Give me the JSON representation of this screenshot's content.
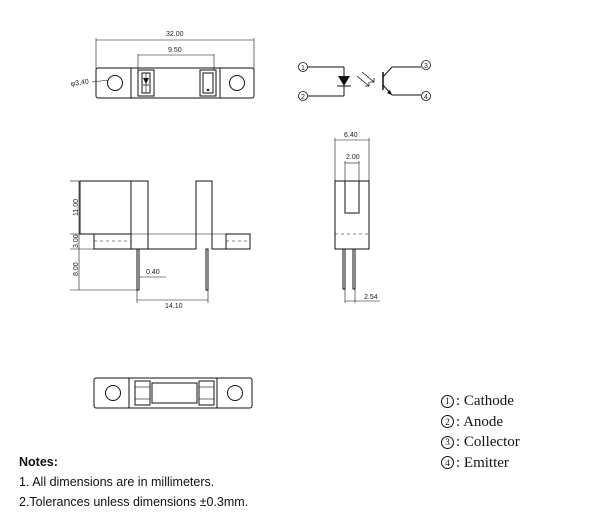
{
  "dimensions": {
    "overall_length": "32.00",
    "slot_spacing": "9.50",
    "mount_hole_dia": "φ3.40",
    "top_height": "11.00",
    "body_height": "3.00",
    "lead_length": "8.00",
    "lead_width": "0.40",
    "lead_pitch": "14.10",
    "side_width": "6.40",
    "slot_width": "2.00",
    "side_lead_pitch": "2.54"
  },
  "schematic": {
    "pin1": "1",
    "pin2": "2",
    "pin3": "3",
    "pin4": "4"
  },
  "legend": [
    {
      "pin": "1",
      "label": ": Cathode"
    },
    {
      "pin": "2",
      "label": ": Anode"
    },
    {
      "pin": "3",
      "label": ": Collector"
    },
    {
      "pin": "4",
      "label": ": Emitter"
    }
  ],
  "notes": {
    "title": "Notes:",
    "items": [
      "1. All dimensions are in millimeters.",
      "2.Tolerances unless dimensions ±0.3mm."
    ]
  }
}
